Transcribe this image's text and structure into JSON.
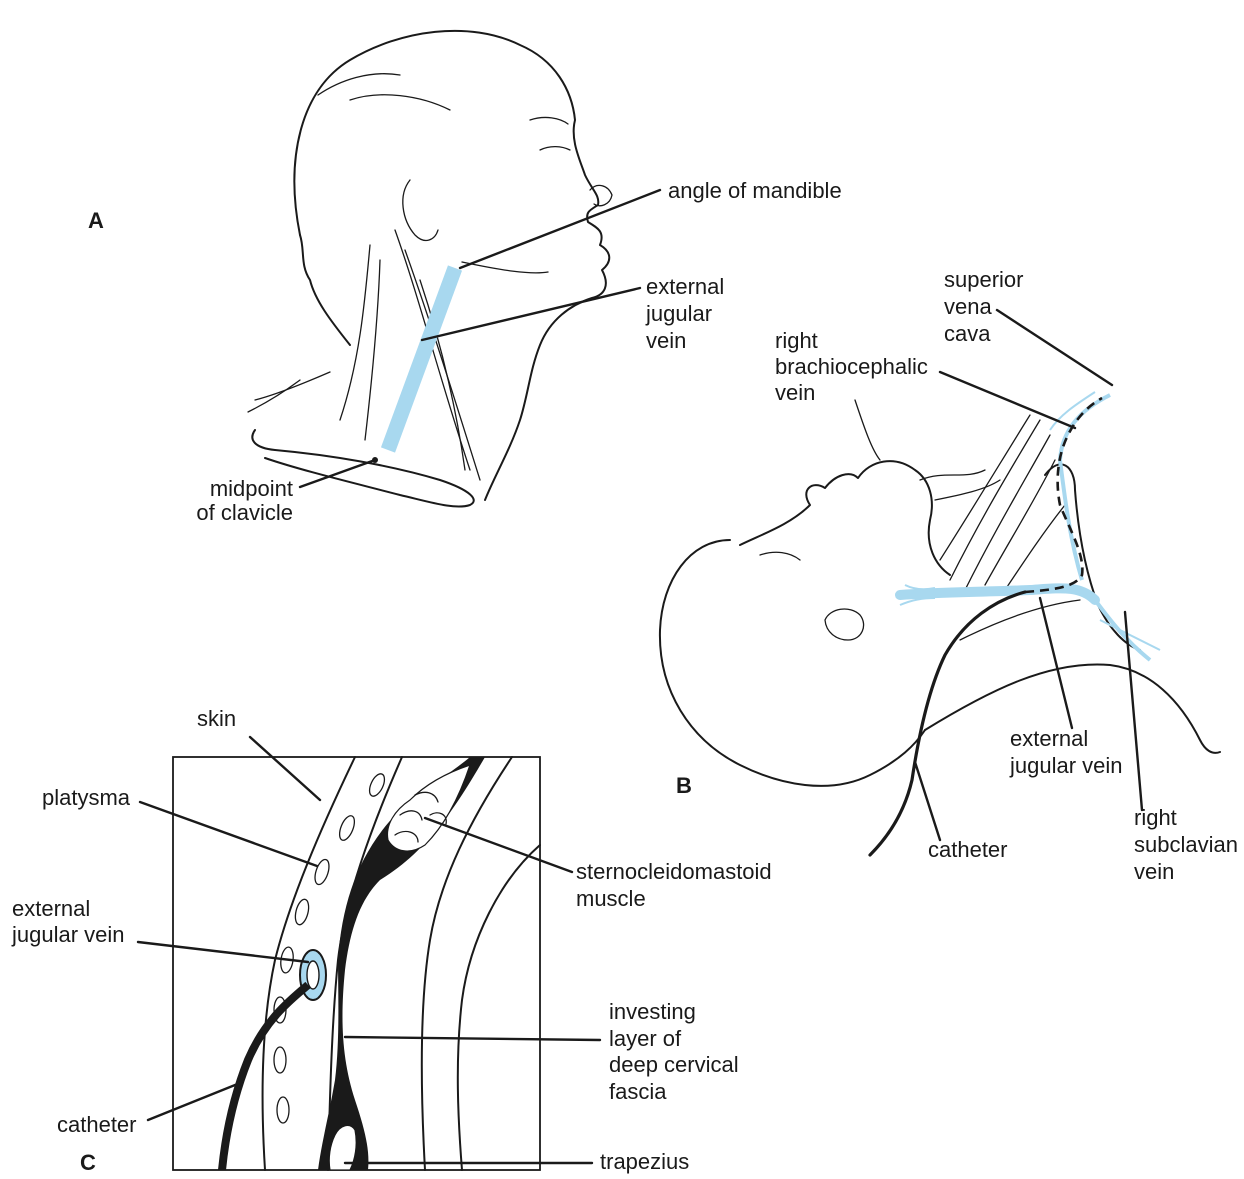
{
  "colors": {
    "vein": "#a8d8ef",
    "ink": "#1a1a1a",
    "background": "#ffffff"
  },
  "panels": {
    "a": "A",
    "b": "B",
    "c": "C"
  },
  "panel_a": {
    "angle_of_mandible": "angle of mandible",
    "external_jugular_vein": [
      "external",
      "jugular",
      "vein"
    ],
    "midpoint_of_clavicle": [
      "midpoint",
      "of clavicle"
    ]
  },
  "panel_b": {
    "superior_vena_cava": [
      "superior",
      "vena",
      "cava"
    ],
    "right_brachiocephalic_vein": [
      "right",
      "brachiocephalic",
      "vein"
    ],
    "external_jugular_vein": [
      "external",
      "jugular vein"
    ],
    "catheter": "catheter",
    "right_subclavian_vein": [
      "right",
      "subclavian",
      "vein"
    ]
  },
  "panel_c": {
    "skin": "skin",
    "platysma": "platysma",
    "external_jugular_vein": [
      "external",
      "jugular vein"
    ],
    "sternocleidomastoid_muscle": [
      "sternocleidomastoid",
      "muscle"
    ],
    "investing_layer": [
      "investing",
      "layer of",
      "deep cervical",
      "fascia"
    ],
    "catheter": "catheter",
    "trapezius": "trapezius"
  }
}
